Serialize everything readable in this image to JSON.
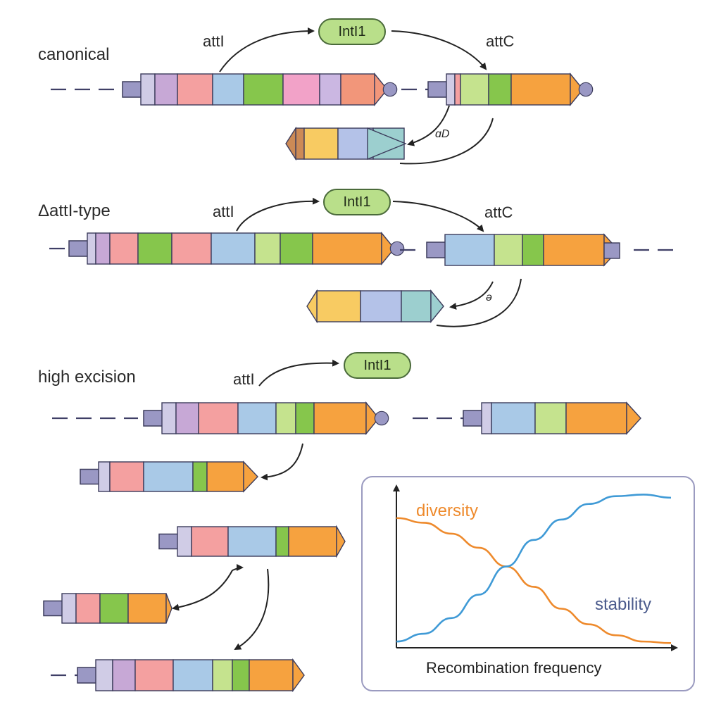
{
  "sections": [
    {
      "label": "canonical"
    },
    {
      "label": "ΔattI-type"
    },
    {
      "label": "high excision"
    }
  ],
  "site_labels": {
    "attI": "attI",
    "attC": "attC"
  },
  "integrase_label": "IntI1",
  "glyph_labels": [
    "ɑD",
    "ə"
  ],
  "segment_colors": {
    "lav": "#d0cce6",
    "purple": "#c7a8d6",
    "pink": "#f4a0a0",
    "blue": "#a9c9e7",
    "green": "#86c64c",
    "lime": "#c5e38e",
    "magenta": "#f2a2c8",
    "lilac": "#cbb7e2",
    "salmon": "#f2967a",
    "orange": "#f6a23f",
    "yellow": "#f8cb62",
    "periwinkle": "#b4c2e8",
    "teal": "#9ccfcf",
    "tan": "#cc8a56",
    "cap": "#9a98c4",
    "outline": "#3c3c5c"
  },
  "chart_data": {
    "type": "line",
    "xlabel": "Recombination frequency",
    "ylabel": "",
    "series": [
      {
        "name": "diversity",
        "color": "#ee8a2c",
        "x": [
          0,
          0.1,
          0.2,
          0.3,
          0.4,
          0.5,
          0.6,
          0.7,
          0.8,
          0.9,
          1.0
        ],
        "y": [
          0.83,
          0.8,
          0.73,
          0.64,
          0.52,
          0.39,
          0.25,
          0.15,
          0.08,
          0.04,
          0.03
        ]
      },
      {
        "name": "stability",
        "color": "#3f9ad6",
        "x": [
          0,
          0.1,
          0.2,
          0.3,
          0.4,
          0.5,
          0.6,
          0.7,
          0.8,
          0.9,
          1.0
        ],
        "y": [
          0.04,
          0.09,
          0.19,
          0.34,
          0.52,
          0.69,
          0.82,
          0.92,
          0.97,
          0.98,
          0.96
        ]
      }
    ],
    "legend_placement": "inline"
  }
}
